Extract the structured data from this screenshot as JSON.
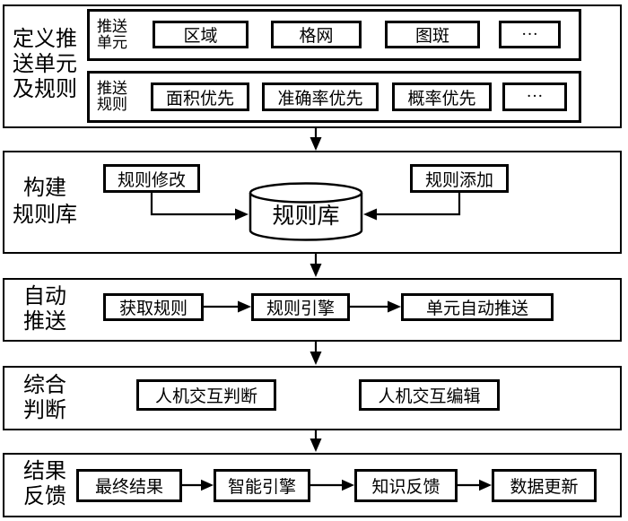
{
  "figure": {
    "title": "unit-push flowchart",
    "s1": {
      "label": "定义推\n送单元\n及规则",
      "row1": {
        "label": "推送\n单元",
        "items": [
          "区域",
          "格网",
          "图斑",
          "···"
        ]
      },
      "row2": {
        "label": "推送\n规则",
        "items": [
          "面积优先",
          "准确率优先",
          "概率优先",
          "···"
        ]
      }
    },
    "s2": {
      "label": "构建\n规则库",
      "modify": "规则修改",
      "add": "规则添加",
      "db": "规则库"
    },
    "s3": {
      "label": "自动\n推送",
      "steps": [
        "获取规则",
        "规则引擎",
        "单元自动推送"
      ]
    },
    "s4": {
      "label": "综合\n判断",
      "items": [
        "人机交互判断",
        "人机交互编辑"
      ]
    },
    "s5": {
      "label": "结果\n反馈",
      "steps": [
        "最终结果",
        "智能引擎",
        "知识反馈",
        "数据更新"
      ]
    }
  },
  "colors": {
    "line": "#000000",
    "background": "#ffffff"
  }
}
